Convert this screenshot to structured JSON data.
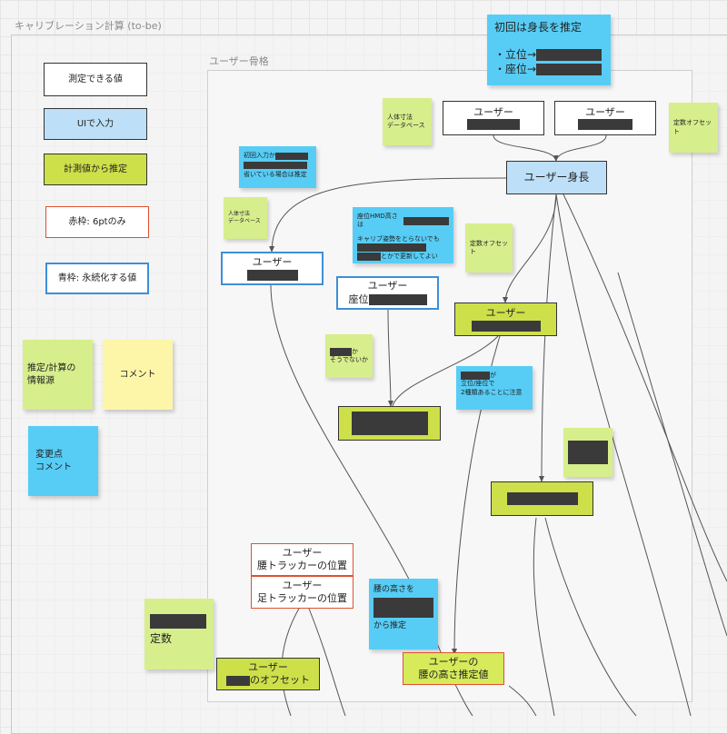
{
  "outer_frame": {
    "title": "キャリブレーション計算 (to-be)"
  },
  "inner_frame": {
    "title": "ユーザー骨格"
  },
  "legend": {
    "measured": "測定できる値",
    "ui_input": "UIで入力",
    "estimated": "計測値から推定",
    "red_border": "赤枠: 6ptのみ",
    "blue_border": "青枠: 永続化する値"
  },
  "legend_stickies": {
    "source": [
      "推定/計算の",
      "情報源"
    ],
    "comment": "コメント",
    "change": [
      "変更点",
      "コメント"
    ]
  },
  "top_note": {
    "title": "初回は身長を推定",
    "line1": "・立位→",
    "line2": "・座位→"
  },
  "nodes": {
    "user_a": "ユーザー",
    "user_b": "ユーザー",
    "user_height": "ユーザー身長",
    "user_left": "ユーザー",
    "user_sit_top": "ユーザー",
    "user_sit_bottom": "座位",
    "user_green": "ユーザー",
    "waist_tracker": [
      "ユーザー",
      "腰トラッカーの位置"
    ],
    "foot_tracker": [
      "ユーザー",
      "足トラッカーの位置"
    ],
    "offset_top": "ユーザー",
    "offset_bottom": "のオフセット",
    "waist_height": [
      "ユーザーの",
      "腰の高さ推定値"
    ],
    "constant": "定数"
  },
  "stickies": {
    "anthro1": [
      "人体寸法",
      "データベース"
    ],
    "anthro2": [
      "人体寸法",
      "データベース"
    ],
    "offset_const1": "定数オフセット",
    "offset_const2": "定数オフセット",
    "first_input_l1": "初回入力か",
    "first_input_l2": "省いている場合は推定",
    "hmd_l1": "座位HMD高さは",
    "hmd_l2": "キャリブ姿勢をとらないでも",
    "hmd_l3": "とかで更新してよい",
    "ka_l1": "か",
    "ka_l2": "そうでないか",
    "ga_l1": "が",
    "ga_l2": "立位/座位で",
    "ga_l3": "2種類あることに注意",
    "waist_l1": "腰の高さを",
    "waist_l2": "から推定"
  },
  "colors": {
    "estimated_green": "#cde04a",
    "ui_blue": "#bde0f8",
    "sticky_green": "#d7ee8c",
    "sticky_cyan": "#57cdf6",
    "sticky_yellow": "#fdf6a9",
    "red_border": "#e0502f",
    "blue_border": "#3d8fd8"
  }
}
